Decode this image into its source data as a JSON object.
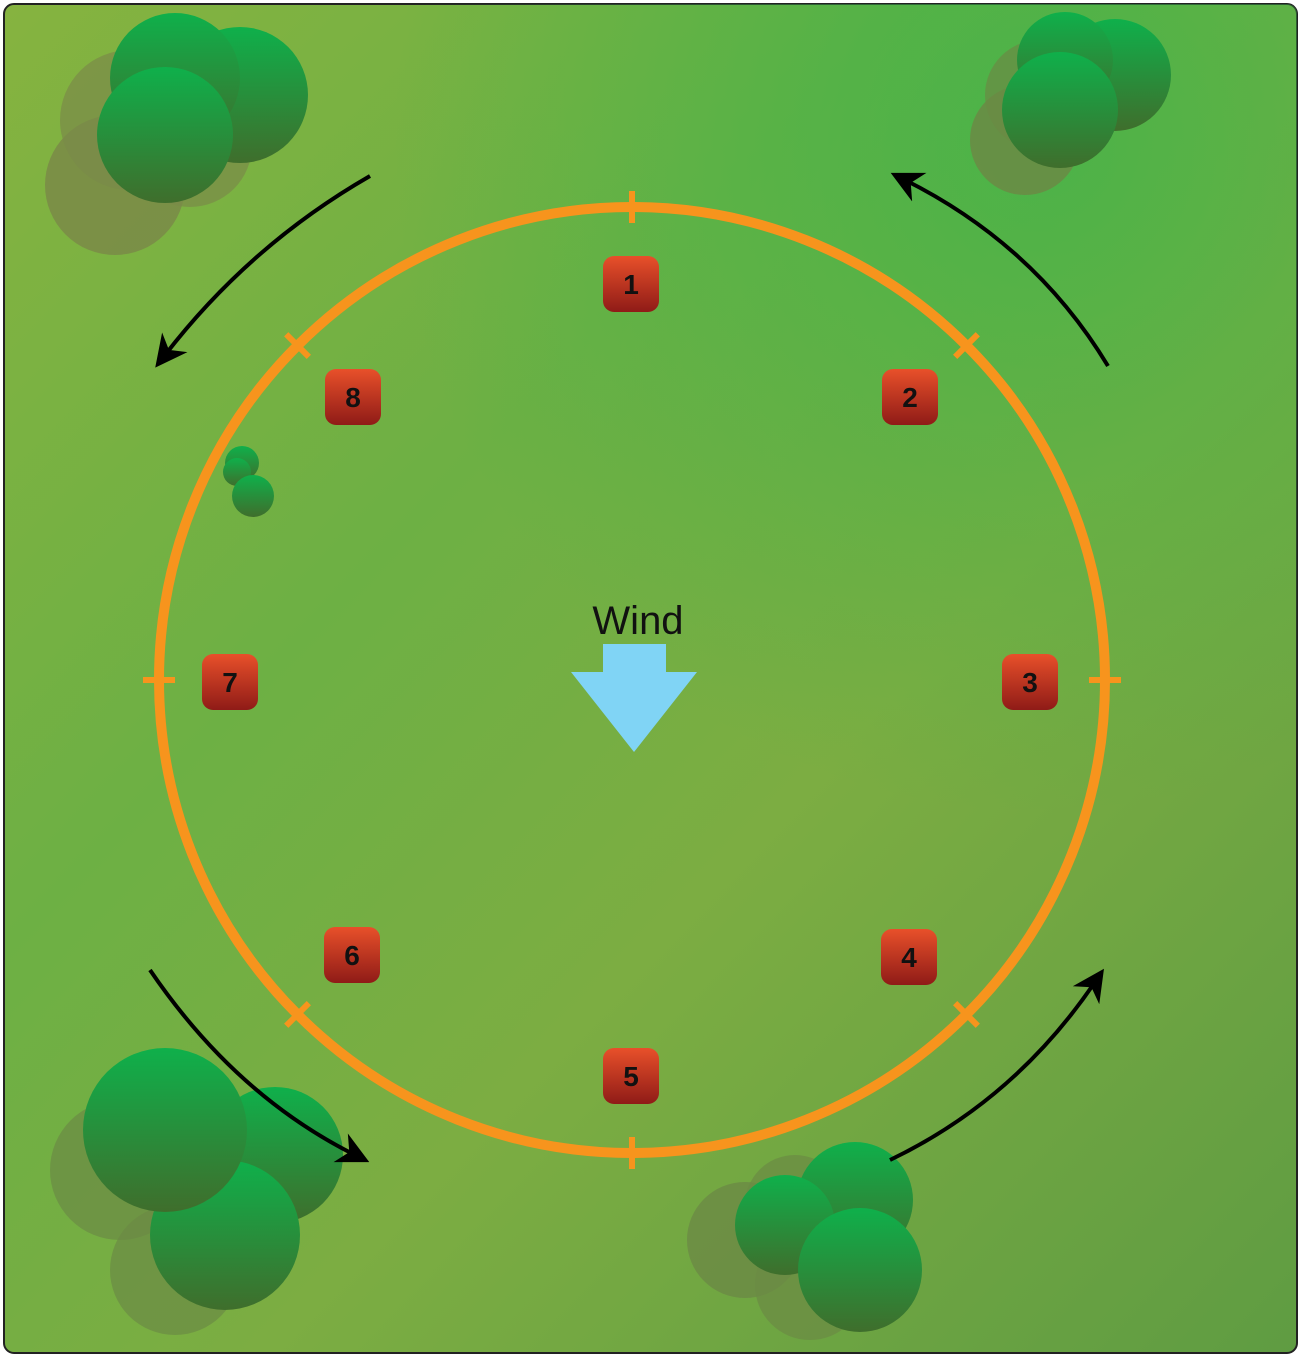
{
  "diagram": {
    "wind_label": "Wind",
    "markers": [
      {
        "id": "1",
        "label": "1"
      },
      {
        "id": "2",
        "label": "2"
      },
      {
        "id": "3",
        "label": "3"
      },
      {
        "id": "4",
        "label": "4"
      },
      {
        "id": "5",
        "label": "5"
      },
      {
        "id": "6",
        "label": "6"
      },
      {
        "id": "7",
        "label": "7"
      },
      {
        "id": "8",
        "label": "8"
      }
    ],
    "colors": {
      "ground_light": "#7cb342",
      "ground_dark": "#5b9a3e",
      "circle": "#f7941d",
      "marker": "#c0281b",
      "wind_arrow": "#80d4f5",
      "tree_dark": "#3f7d32",
      "tree_light": "#18b04a",
      "tree_shadow": "#6b8a45",
      "flow_arrow": "#000000"
    },
    "icons": {
      "marker": "rounded-square-marker",
      "wind": "down-arrow-icon",
      "tree": "tree-canopy-icon",
      "flow": "curved-arrow-icon"
    }
  }
}
